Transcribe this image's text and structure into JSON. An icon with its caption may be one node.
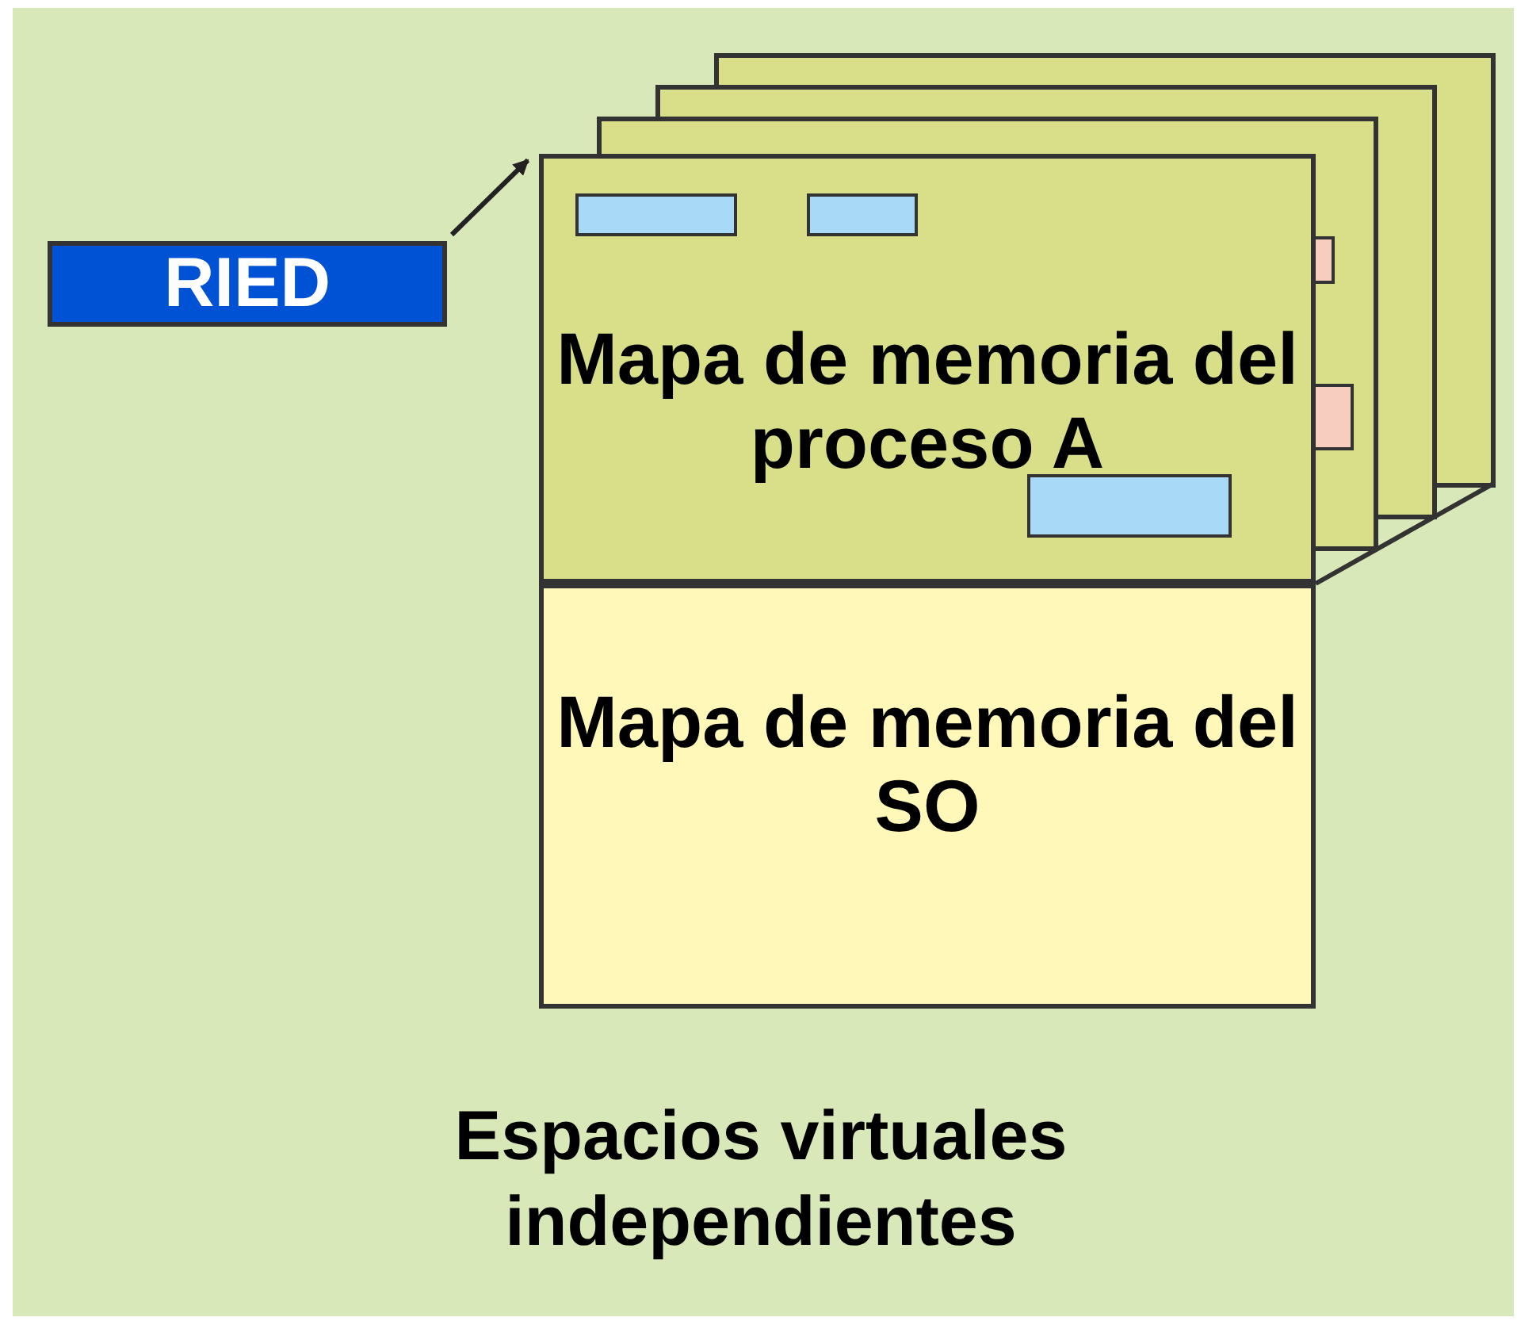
{
  "diagram": {
    "nodes": [
      {
        "text": [
          "RIED"
        ]
      },
      {
        "text": [
          "Mapa de memoria del proceso A"
        ]
      },
      {
        "text": [
          "Mapa de memoria del SO"
        ]
      }
    ],
    "edges": [
      {
        "from": 0,
        "to": 1,
        "arrow": "to"
      }
    ],
    "labels": [
      "Espacios virtuales independientes"
    ]
  }
}
